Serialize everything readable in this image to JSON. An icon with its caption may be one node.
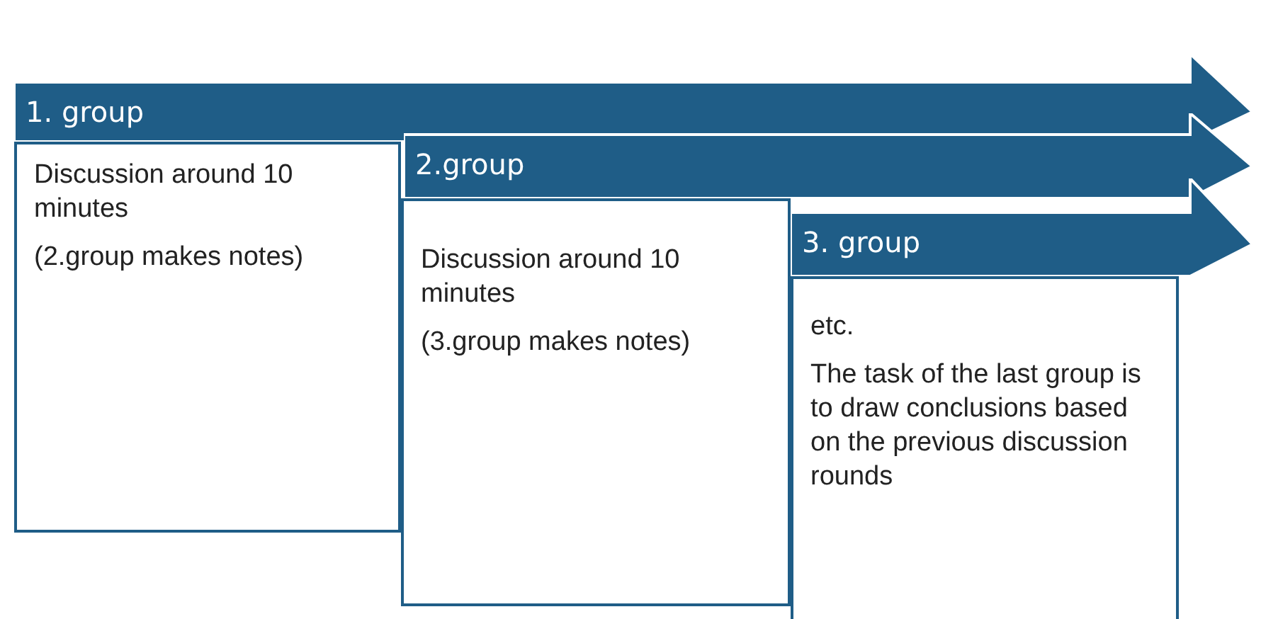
{
  "diagram": {
    "nodes": [
      {
        "text": [
          "1. group"
        ]
      },
      {
        "text": [
          "Discussion around 10 minutes",
          "(2.group makes notes)"
        ]
      },
      {
        "text": [
          "2.group"
        ]
      },
      {
        "text": [
          "Discussion around 10 minutes",
          "(3.group makes notes)"
        ]
      },
      {
        "text": [
          "3. group"
        ]
      },
      {
        "text": [
          "etc.",
          "The task of the last group is to draw conclusions based on the previous discussion rounds"
        ]
      }
    ],
    "edges": []
  }
}
